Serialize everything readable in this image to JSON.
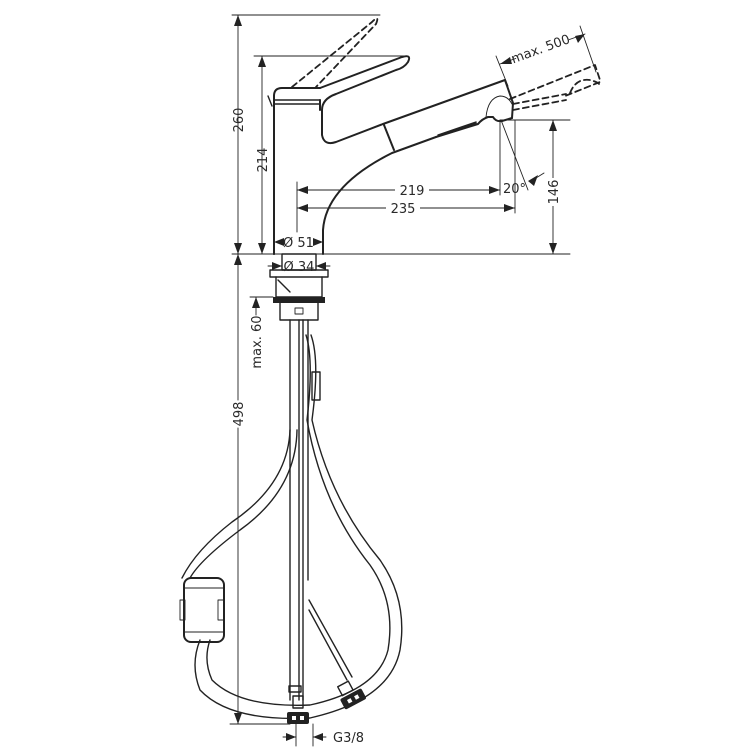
{
  "drawing": {
    "subject": "Pull-out kitchen mixer faucet — dimension drawing",
    "units": "mm",
    "colors": {
      "line": "#222222",
      "background": "#ffffff",
      "text": "#2a2a2a"
    }
  },
  "dimensions": {
    "overall_height_lever_open": "260",
    "height_to_lever": "214",
    "pull_out_length": "max. 500",
    "spout_reach": "219",
    "spout_reach_total": "235",
    "spray_angle": "20°",
    "spout_outlet_height": "146",
    "body_diameter": "Ø 51",
    "shank_diameter": "Ø 34",
    "max_deck_thickness": "max. 60",
    "hose_length_below_deck": "498",
    "connection_thread": "G3/8"
  },
  "components": [
    {
      "name": "lever-handle",
      "label": ""
    },
    {
      "name": "lever-handle-open-position",
      "label": ""
    },
    {
      "name": "faucet-body",
      "label": ""
    },
    {
      "name": "pull-out-spray-head",
      "label": ""
    },
    {
      "name": "mounting-shank",
      "label": ""
    },
    {
      "name": "supply-hoses",
      "label": ""
    },
    {
      "name": "hose-weight",
      "label": ""
    },
    {
      "name": "connectors",
      "label": ""
    }
  ]
}
